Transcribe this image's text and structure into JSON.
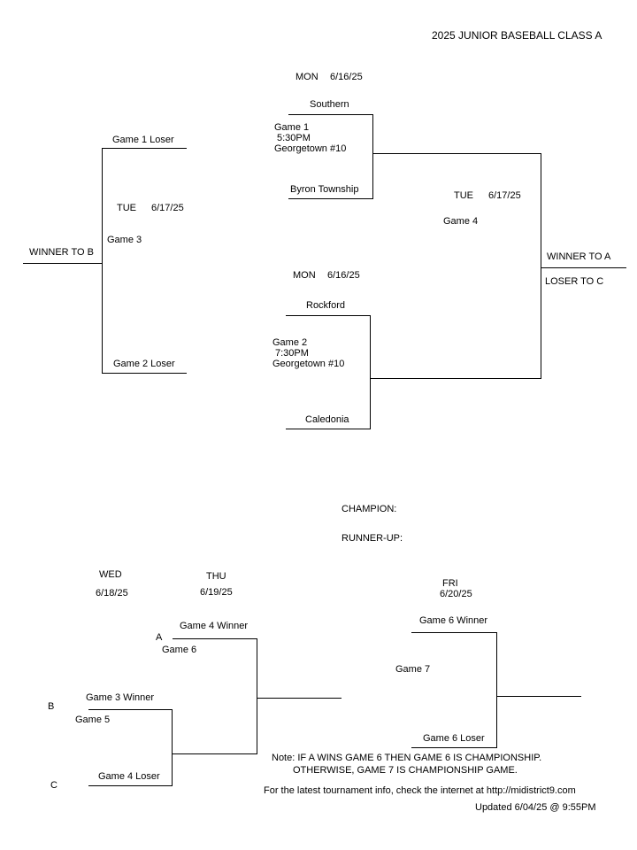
{
  "title": "2025 JUNIOR BASEBALL CLASS A",
  "game1": {
    "day": "MON",
    "date": "6/16/25",
    "team_top": "Southern",
    "label": "Game 1",
    "time": "5:30PM",
    "site": "Georgetown #10",
    "team_bottom": "Byron Township"
  },
  "game2": {
    "day": "MON",
    "date": "6/16/25",
    "team_top": "Rockford",
    "label": "Game 2",
    "time": "7:30PM",
    "site": "Georgetown #10",
    "team_bottom": "Caledonia"
  },
  "game3": {
    "day": "TUE",
    "date": "6/17/25",
    "label": "Game 3",
    "top": "Game 1 Loser",
    "bottom": "Game 2 Loser",
    "result": "WINNER TO B"
  },
  "game4": {
    "day": "TUE",
    "date": "6/17/25",
    "label": "Game 4",
    "winner": "WINNER TO A",
    "loser": "LOSER TO C"
  },
  "champion_label": "CHAMPION:",
  "runnerup_label": "RUNNER-UP:",
  "second_round": {
    "wed_day": "WED",
    "wed_date": "6/18/25",
    "thu_day": "THU",
    "thu_date": "6/19/25",
    "fri_day": "FRI",
    "fri_date": "6/20/25",
    "slot_a": "A",
    "slot_b": "B",
    "slot_c": "C",
    "game6_top": "Game 4 Winner",
    "game6_label": "Game 6",
    "game5_top": "Game 3 Winner",
    "game5_label": "Game 5",
    "game5_bottom": "Game 4 Loser",
    "game7_top": "Game 6 Winner",
    "game7_label": "Game 7",
    "game7_bottom": "Game 6 Loser"
  },
  "footer": {
    "note_line1": "Note: IF A WINS GAME 6 THEN GAME 6 IS CHAMPIONSHIP.",
    "note_line2": "OTHERWISE, GAME 7 IS CHAMPIONSHIP GAME.",
    "info": "For the latest tournament info, check the internet at http://midistrict9.com",
    "updated": "Updated  6/04/25 @  9:55PM"
  }
}
